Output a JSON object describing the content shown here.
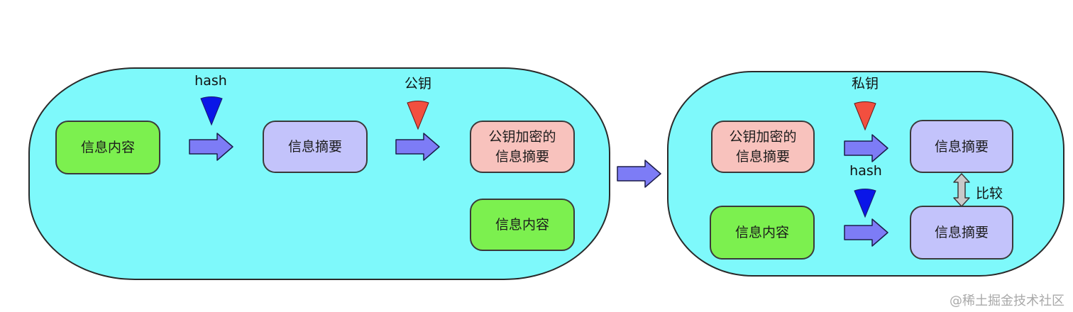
{
  "left_panel": {
    "box_content": "信息内容",
    "box_digest": "信息摘要",
    "box_encrypted": "公钥加密的\n信息摘要",
    "box_content_copy": "信息内容",
    "label_hash": "hash",
    "label_pubkey": "公钥"
  },
  "right_panel": {
    "box_encrypted": "公钥加密的\n信息摘要",
    "box_content": "信息内容",
    "box_digest_top": "信息摘要",
    "box_digest_bottom": "信息摘要",
    "label_privkey": "私钥",
    "label_hash": "hash",
    "label_compare": "比较"
  },
  "colors": {
    "panel": "#7ef9fb",
    "green": "#7cf04f",
    "lavender": "#c3c3fb",
    "pink": "#f8c2bd",
    "arrow": "#7d7cf6",
    "hash_key": "#0a16e8",
    "red_key": "#f24f3f"
  },
  "watermark": "@稀土掘金技术社区"
}
